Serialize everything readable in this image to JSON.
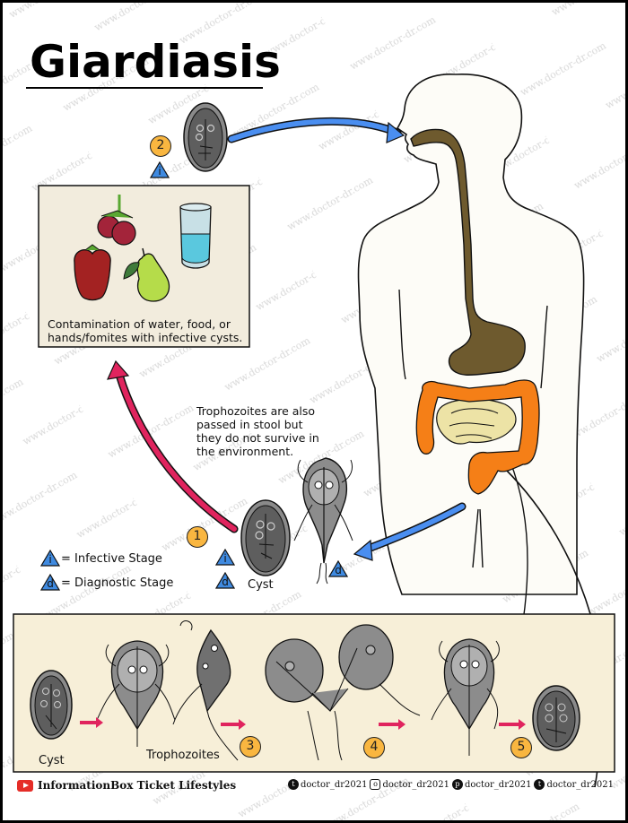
{
  "title": "Giardiasis",
  "contamination_box": {
    "line1": "Contamination of water, food, or",
    "line2": "hands/fomites with infective cysts.",
    "items": [
      "raspberries",
      "water-glass",
      "apple",
      "pear"
    ]
  },
  "trophozoite_note": {
    "line1": "Trophozoites are also",
    "line2": "passed in stool but",
    "line3": "they do not survive in",
    "line4": "the environment."
  },
  "steps": {
    "s1": "1",
    "s2": "2",
    "s3": "3",
    "s4": "4",
    "s5": "5"
  },
  "stage_markers": {
    "infective": "i",
    "diagnostic": "d"
  },
  "legend": {
    "infective": "= Infective Stage",
    "diagnostic": "= Diagnostic Stage"
  },
  "labels": {
    "cyst_mid": "Cyst",
    "cyst_bottom": "Cyst",
    "trophozoites": "Trophozoites"
  },
  "footer": {
    "channel": "InformationBox Ticket Lifestyles",
    "twitter": "doctor_dr2021",
    "instagram": "doctor_dr2021",
    "pinterest": "doctor_dr2021",
    "tumblr": "doctor_dr2021"
  },
  "watermark": "www.doctor-dr.com",
  "colors": {
    "badge": "#f9b640",
    "triangle": "#3f8ae0",
    "blue_arrow": "#4a8ef0",
    "red_arrow": "#e0245e",
    "colon": "#f57f17",
    "esophagus": "#6e5a2e",
    "small_intestine": "#ede3a6",
    "panel_bg": "#f7efd8"
  }
}
